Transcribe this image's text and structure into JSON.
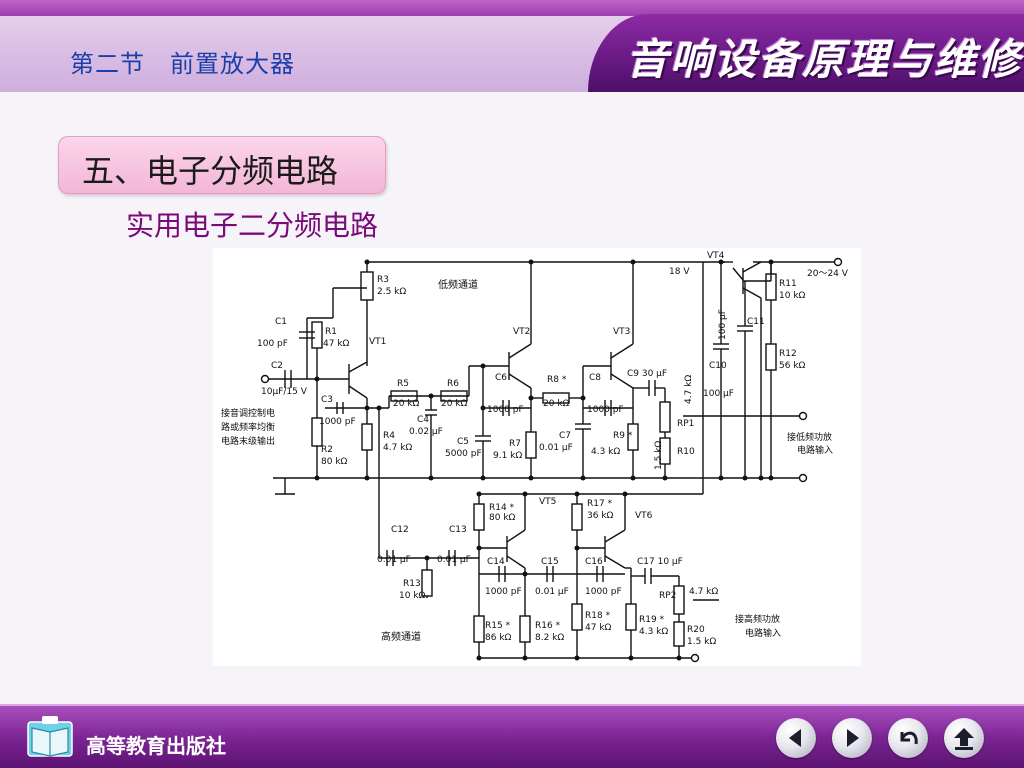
{
  "header": {
    "section_title": "第二节　前置放大器",
    "book_title": "音响设备原理与维修"
  },
  "content": {
    "subtitle": "五、电子分频电路",
    "caption": "实用电子二分频电路"
  },
  "diagram": {
    "channel_low": "低频通道",
    "channel_high": "高频通道",
    "supply_18v": "18 V",
    "supply_main": "20～24 V",
    "input_note": [
      "接音调控制电",
      "路或频率均衡",
      "电路末级输出"
    ],
    "out_low": [
      "接低频功放",
      "电路输入"
    ],
    "out_high": [
      "接高频功放",
      "电路输入"
    ],
    "c2_value": "10μF/15 V",
    "labels": {
      "R3": "R3",
      "R3v": "2.5 kΩ",
      "C1": "C1",
      "C1v": "100 pF",
      "R1": "R1",
      "R1v": "47 kΩ",
      "VT1": "VT1",
      "C2": "C2",
      "C3": "C3",
      "C3v": "1000 pF",
      "R2": "R2",
      "R2v": "80 kΩ",
      "R4": "R4",
      "R4v": "4.7 kΩ",
      "R5": "R5",
      "R5v": "20 kΩ",
      "C4": "C4",
      "C4v": "0.02 μF",
      "R6": "R6",
      "R6v": "20 kΩ",
      "C5": "C5",
      "C5v": "5000 pF",
      "VT2": "VT2",
      "C6": "C6",
      "C6v": "1000 pF",
      "R7": "R7",
      "R7v": "9.1 kΩ",
      "R8": "R8 *",
      "R8v": "20 kΩ",
      "C7": "C7",
      "C7v": "0.01 μF",
      "VT3": "VT3",
      "C8": "C8",
      "C8v": "1000 pF",
      "R9": "R9 *",
      "R9v": "4.3 kΩ",
      "C9": "C9 30 μF",
      "RP1v": "4.7 kΩ",
      "RP1": "RP1",
      "R10": "R10",
      "R10v": "1.5 kΩ",
      "C10": "C10",
      "C10v": "100 μF",
      "VT4": "VT4",
      "C11": "C11",
      "C11v": "100 μF",
      "R11": "R11",
      "R11v": "10 kΩ",
      "R12": "R12",
      "R12v": "56 kΩ",
      "C12": "C12",
      "C12v": "0.01 μF",
      "C13": "C13",
      "C13v": "0.01 μF",
      "R13": "R13",
      "R13v": "10 kΩ",
      "R14": "R14 *",
      "R14v": "80 kΩ",
      "VT5": "VT5",
      "C14": "C14",
      "C14v": "1000 pF",
      "C15": "C15",
      "C15v": "0.01 μF",
      "R15": "R15 *",
      "R15v": "86 kΩ",
      "R16": "R16 *",
      "R16v": "8.2 kΩ",
      "R17": "R17 *",
      "R17v": "36 kΩ",
      "VT6": "VT6",
      "C16": "C16",
      "C16v": "1000 pF",
      "R18": "R18 *",
      "R18v": "47 kΩ",
      "R19": "R19 *",
      "R19v": "4.3 kΩ",
      "C17": "C17 10 μF",
      "RP2v": "4.7 kΩ",
      "RP2": "RP2",
      "R20": "R20",
      "R20v": "1.5 kΩ"
    }
  },
  "footer": {
    "publisher": "高等教育出版社",
    "nav": [
      "prev-icon",
      "next-icon",
      "return-icon",
      "home-icon"
    ]
  },
  "colors": {
    "header_band": "#dcc0e6",
    "accent_purple": "#7d2695",
    "title_blue": "#1a3fa8",
    "caption_purple": "#7a0a7a",
    "subtitle_pink": "#f3b6d6"
  }
}
